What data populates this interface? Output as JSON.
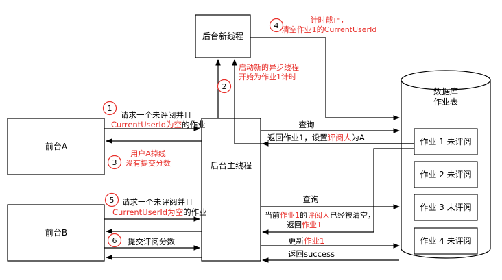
{
  "nodes": {
    "bg_thread": "后台新线程",
    "front_a": "前台A",
    "front_b": "前台B",
    "main_thread": "后台主线程",
    "db_title": [
      "数据库",
      "作业表"
    ],
    "job1": "作业 1 未评阅",
    "job2": "作业 2 未评阅",
    "job3": "作业 3 未评阅",
    "job4": "作业 4 未评阅"
  },
  "steps": {
    "s1": "1",
    "s2": "2",
    "s3": "3",
    "s4": "4",
    "s5": "5",
    "s6": "6"
  },
  "labels": {
    "req_a_line1": "请求一个未评阅并且",
    "req_a_red": "CurrentUserId为空",
    "req_a_tail": "的作业",
    "start_async_line1": "启动新的异步线程",
    "start_async_line2": "开始为作业1计时",
    "timeout_line1": "计时截止，",
    "timeout_line2": "清空作业1的CurrentUserId",
    "query1": "查询",
    "return_job1_prefix": "返回作业1，设置",
    "return_job1_red": "评阅人",
    "return_job1_suffix": "为A",
    "user_a_line1": "用户A掉线",
    "user_a_line2": "没有提交分数",
    "req_b_line1": "请求一个未评阅并且",
    "req_b_red": "CurrentUserId为空",
    "req_b_tail": "的作业",
    "query2": "查询",
    "cleared_p1": "当前",
    "cleared_p2": "作业1",
    "cleared_p3": "的",
    "cleared_p4": "评阅人",
    "cleared_p5": "已经被清空，",
    "cleared_l2a": "返回",
    "cleared_l2b": "作业1",
    "submit_score": "提交评阅分数",
    "update_prefix": "更新",
    "update_red": "作业1",
    "return_success": "返回success"
  },
  "colors": {
    "accent_red": "#e8302b",
    "line": "#000000"
  }
}
